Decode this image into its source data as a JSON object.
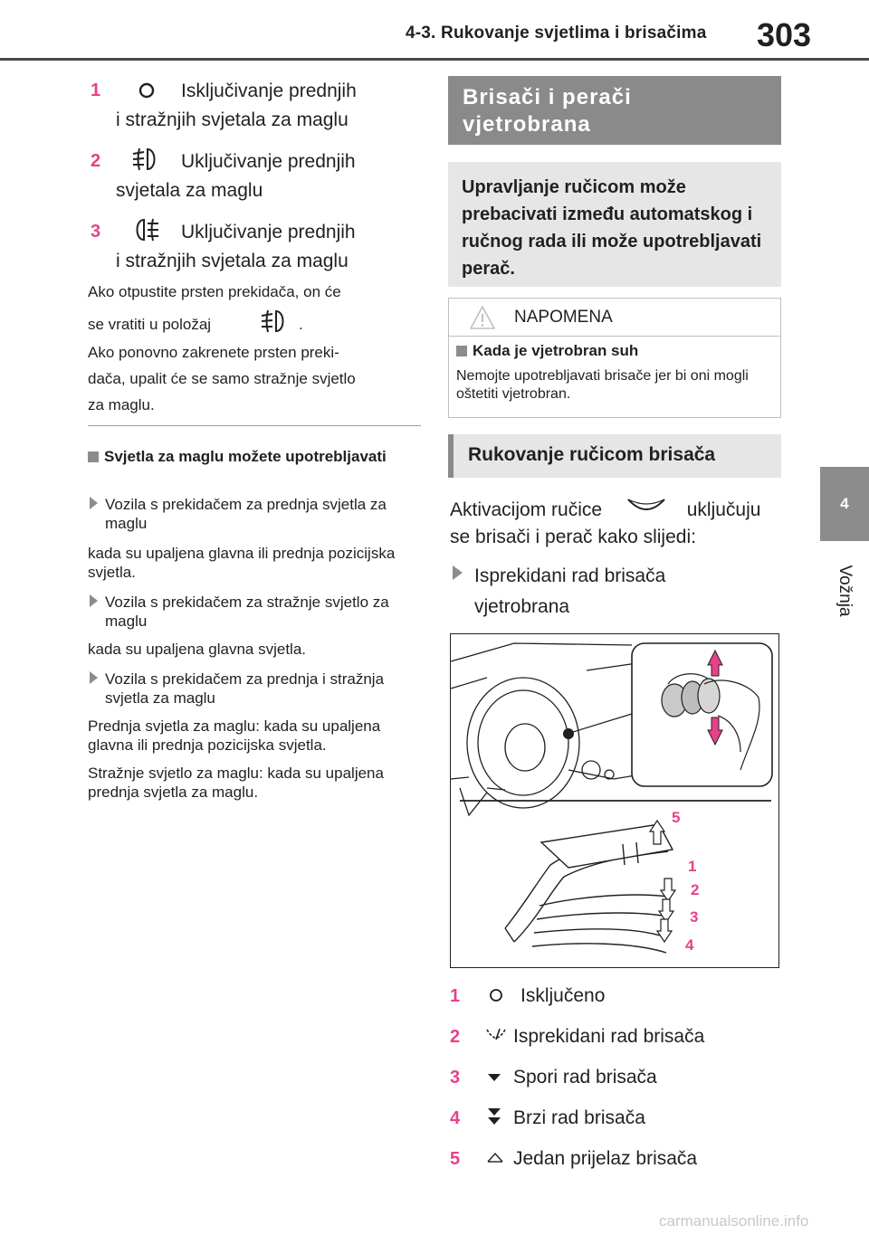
{
  "header": {
    "section_title": "4-3. Rukovanje svjetlima i brisačima",
    "page_number": "303"
  },
  "side_tab": {
    "number": "4",
    "label": "Vožnja"
  },
  "left": {
    "fog_items": [
      {
        "num": "1",
        "icon": "off-circle-icon",
        "line1": "Isključivanje prednjih",
        "line2": "i stražnjih svjetala za maglu"
      },
      {
        "num": "2",
        "icon": "front-fog-light-icon",
        "line1": "Uključivanje prednjih",
        "line2": "svjetala za maglu"
      },
      {
        "num": "3",
        "icon": "rear-fog-light-icon",
        "line1": "Uključivanje prednjih",
        "line2": "i stražnjih svjetala za maglu"
      }
    ],
    "return_text_a": "Ako otpustite prsten prekidača, on će",
    "return_text_b": "se vratiti u položaj",
    "return_text_c": ".",
    "again_text": [
      "Ako ponovno zakrenete prsten preki-",
      "dača, upalit će se samo stražnje svjetlo",
      "za maglu."
    ],
    "usage_heading": "Svjetla za maglu možete upotrebljavati",
    "usage": [
      {
        "vehicle": "Vozila s prekidačem za prednja svjetla za maglu",
        "condition": "kada su upaljena glavna ili prednja pozicijska svjetla."
      },
      {
        "vehicle": "Vozila s prekidačem za stražnje svjetlo za maglu",
        "condition": "kada su upaljena glavna svjetla."
      },
      {
        "vehicle": "Vozila s prekidačem za prednja i stražnja svjetla za maglu",
        "condition": "Prednja svjetla za maglu: kada su upaljena glavna ili prednja pozicijska svjetla.",
        "condition2": "Stražnje svjetlo za maglu: kada su upaljena prednja svjetla za maglu."
      }
    ]
  },
  "right": {
    "section1_title": "Brisači i perači vjetrobrana",
    "intro": "Upravljanje ručicom može prebacivati između automatskog i ručnog rada ili može upotrebljavati perač.",
    "note": {
      "title": "NAPOMENA",
      "subheading": "Kada je vjetrobran suh",
      "text": "Nemojte upotrebljavati brisače jer bi oni mogli oštetiti vjetrobran."
    },
    "section2_title": "Rukovanje ručicom brisača",
    "activation_a": "Aktivacijom ručice",
    "activation_b": "uključuju",
    "activation_c": "se brisači i perač kako slijedi:",
    "bullet": "Isprekidani rad brisača vjetrobrana",
    "figure_labels": [
      "5",
      "1",
      "2",
      "3",
      "4"
    ],
    "wiper_items": [
      {
        "num": "1",
        "icon": "off-circle-icon",
        "label": "Isključeno"
      },
      {
        "num": "2",
        "icon": "intermittent-wiper-icon",
        "label": "Isprekidani rad brisača"
      },
      {
        "num": "3",
        "icon": "low-speed-arrow-icon",
        "label": "Spori rad brisača"
      },
      {
        "num": "4",
        "icon": "high-speed-arrow-icon",
        "label": "Brzi rad brisača"
      },
      {
        "num": "5",
        "icon": "single-wipe-icon",
        "label": "Jedan prijelaz brisača"
      }
    ]
  },
  "watermark": "carmanualsonline.info",
  "colors": {
    "accent": "#e7418a",
    "gray": "#8a8a8a",
    "light_gray": "#e6e6e6"
  }
}
